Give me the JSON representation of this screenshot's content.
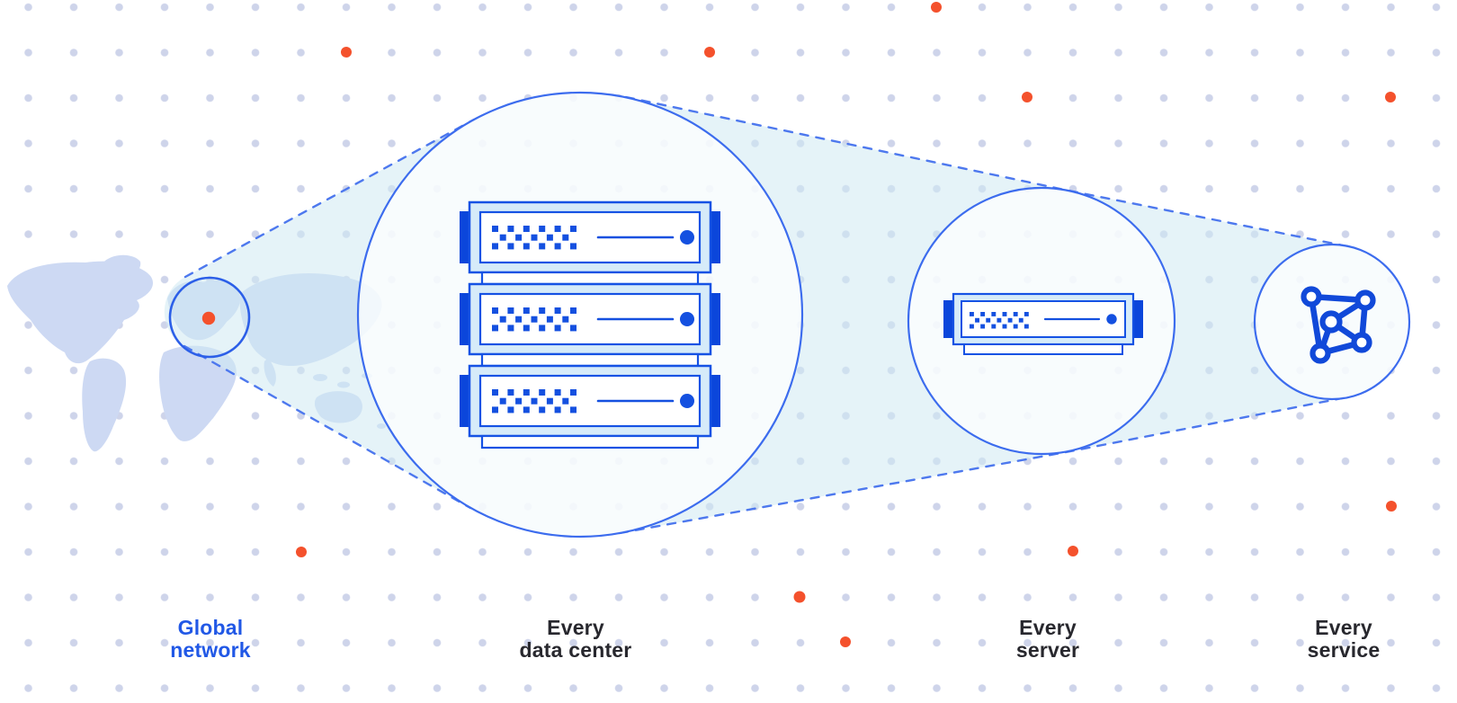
{
  "diagram": {
    "description": "Zoom-in diagram from global network map to data center, server and service",
    "stages": [
      {
        "id": "global-network",
        "icon": "world-map-location-icon",
        "label_line1": "Global",
        "label_line2": "network",
        "highlighted": true
      },
      {
        "id": "data-center",
        "icon": "server-rack-icon",
        "label_line1": "Every",
        "label_line2": "data center",
        "highlighted": false
      },
      {
        "id": "server",
        "icon": "server-icon",
        "label_line1": "Every",
        "label_line2": "server",
        "highlighted": false
      },
      {
        "id": "service",
        "icon": "network-mesh-icon",
        "label_line1": "Every",
        "label_line2": "service",
        "highlighted": false
      }
    ]
  },
  "colors": {
    "accent_orange": "#f4512c",
    "map_fill": "#cdd9f3",
    "beam_fill": "#cfe9f2",
    "dash_blue": "#4d78ee",
    "circle_blue": "#3c6cee",
    "europe_circle_blue": "#2c5fe8",
    "server_border_blue": "#1552e4",
    "server_light_blue": "#d6ebf9",
    "server_dark_blue": "#0b46db",
    "server_detail_blue": "#1450e0",
    "network_icon_blue": "#1149d9",
    "label_blue": "#2158e6",
    "label_dark": "#28282e",
    "grid_dot_blue": "#c7cee7",
    "background": "#ffffff"
  }
}
